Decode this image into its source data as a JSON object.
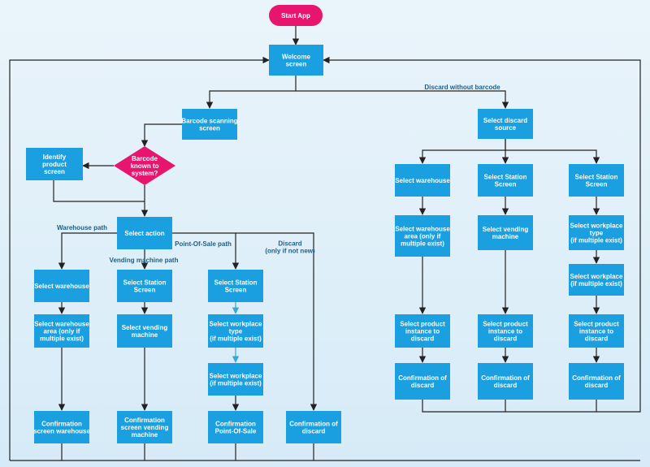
{
  "colors": {
    "process": "#1a9fe0",
    "terminal": "#e8156f",
    "decision": "#e8156f",
    "arrow": "#222222",
    "arrow_light": "#39a7d8",
    "label": "#1f5f86"
  },
  "nodes": {
    "start": [
      "Start App"
    ],
    "welcome": [
      "Welcome",
      "screen"
    ],
    "barcode_scan": [
      "Barcode scanning",
      "screen"
    ],
    "decision": [
      "Barcode",
      "known to",
      "system?"
    ],
    "identify": [
      "Identify",
      "product",
      "screen"
    ],
    "select_action": [
      "Select action"
    ],
    "sel_warehouse_l": [
      "Select warehouse"
    ],
    "sel_station_v": [
      "Select Station",
      "Screen"
    ],
    "sel_station_p": [
      "Select Station",
      "Screen"
    ],
    "wh_area_l": [
      "Select warehouse",
      "area (only if",
      "multiple exist)"
    ],
    "vending_v": [
      "Select vending",
      "machine"
    ],
    "wp_type_p": [
      "Select workplace",
      "type",
      "(if multiple exist)"
    ],
    "wp_p": [
      "Select workplace",
      "(if multiple exist)"
    ],
    "conf_wh": [
      "Confirmation",
      "screen warehouse"
    ],
    "conf_vm": [
      "Confirmation",
      "screen vending",
      "machine"
    ],
    "conf_pos": [
      "Confirmation",
      "Point-Of-Sale"
    ],
    "conf_discard_l": [
      "Confirmation of",
      "discard"
    ],
    "discard_source": [
      "Select discard",
      "source"
    ],
    "r_warehouse": [
      "Select warehouse"
    ],
    "r_station1": [
      "Select Station",
      "Screen"
    ],
    "r_station2": [
      "Select Station",
      "Screen"
    ],
    "r_wh_area": [
      "Select warehouse",
      "area (only if",
      "multiple exist)"
    ],
    "r_vending": [
      "Select vending",
      "machine"
    ],
    "r_wp_type": [
      "Select workplace",
      "type",
      "(if multiple exist)"
    ],
    "r_wp": [
      "Select workplace",
      "(if multiple exist)"
    ],
    "r_prod1": [
      "Select product",
      "instance to",
      "discard"
    ],
    "r_prod2": [
      "Select product",
      "instance to",
      "discard"
    ],
    "r_prod3": [
      "Select product",
      "instance to",
      "discard"
    ],
    "r_conf1": [
      "Confirmation of",
      "discard"
    ],
    "r_conf2": [
      "Confirmation of",
      "discard"
    ],
    "r_conf3": [
      "Confirmation of",
      "discard"
    ]
  },
  "edge_labels": {
    "discard_without_barcode": [
      "Discard without barcode"
    ],
    "warehouse_path": [
      "Warehouse path"
    ],
    "pos_path": [
      "Point-Of-Sale path"
    ],
    "vending_path": [
      "Vending machine path"
    ],
    "discard": [
      "Discard",
      "(only if not new)"
    ]
  }
}
